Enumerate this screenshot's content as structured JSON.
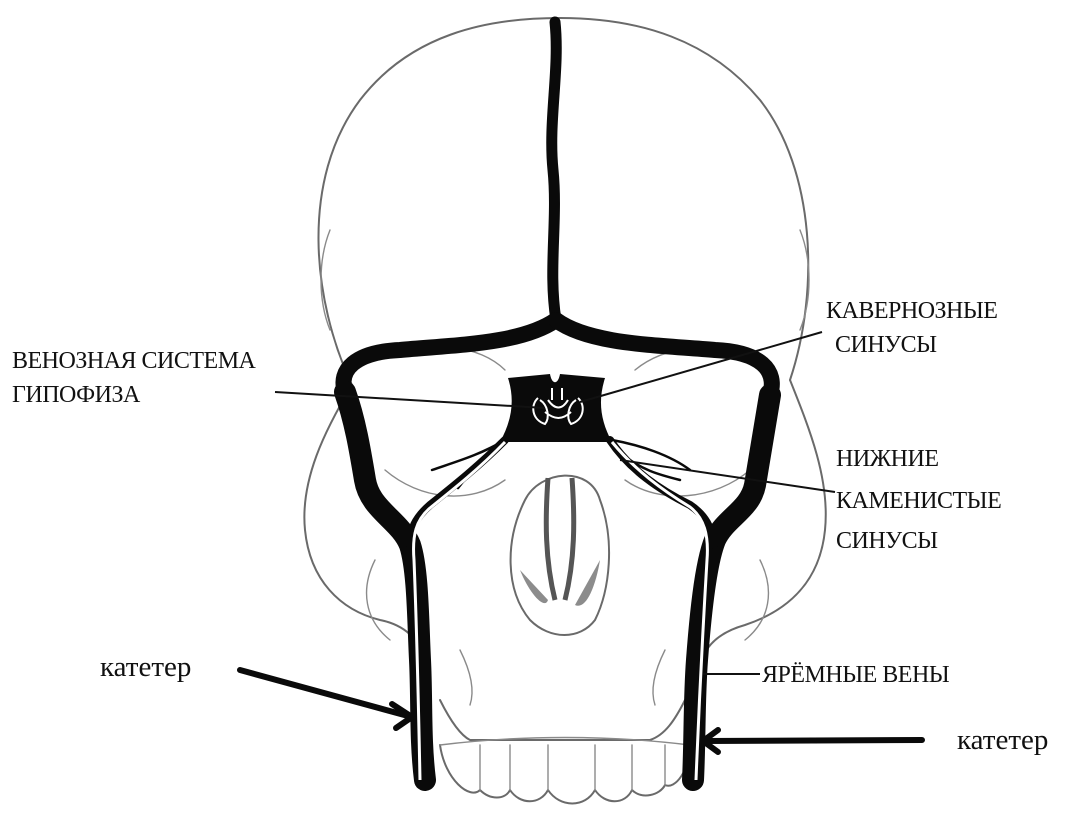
{
  "labels": {
    "venous_pituitary": [
      "ВЕНОЗНАЯ СИСТЕМА",
      "ГИПОФИЗА"
    ],
    "cavernous_sinuses": [
      "КАВЕРНОЗНЫЕ",
      "СИНУСЫ"
    ],
    "inferior_petrosal_sinuses": [
      "НИЖНИЕ",
      "КАМЕНИСТЫЕ",
      "СИНУСЫ"
    ],
    "jugular_veins": "ЯРЁМНЫЕ ВЕНЫ",
    "catheter_left": "катетер",
    "catheter_right": "катетер"
  },
  "colors": {
    "vein": "#0a0a0a",
    "skull_outline": "#6a6a6a",
    "catheter": "#ffffff",
    "background": "#ffffff"
  }
}
